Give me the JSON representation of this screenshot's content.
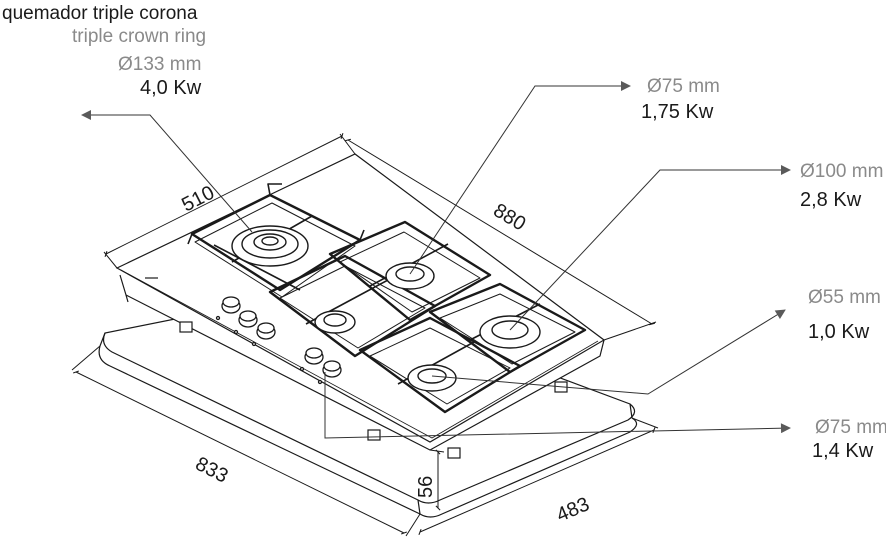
{
  "burners": [
    {
      "name": "quemador triple corona",
      "subtitle": "triple crown ring",
      "diameter": "Ø133 mm",
      "power": "4,0 Kw"
    },
    {
      "diameter": "Ø75 mm",
      "power": "1,75 Kw"
    },
    {
      "diameter": "Ø100 mm",
      "power": "2,8 Kw"
    },
    {
      "diameter": "Ø55 mm",
      "power": "1,0 Kw"
    },
    {
      "diameter": "Ø75 mm",
      "power": "1,4 Kw"
    }
  ],
  "dimensions": {
    "width": "880",
    "depth": "510",
    "cutout_width": "833",
    "cutout_depth": "483",
    "height": "56"
  },
  "colors": {
    "line": "#1a1a1a",
    "leader": "#333333",
    "arrow": "#5a5a5a"
  }
}
